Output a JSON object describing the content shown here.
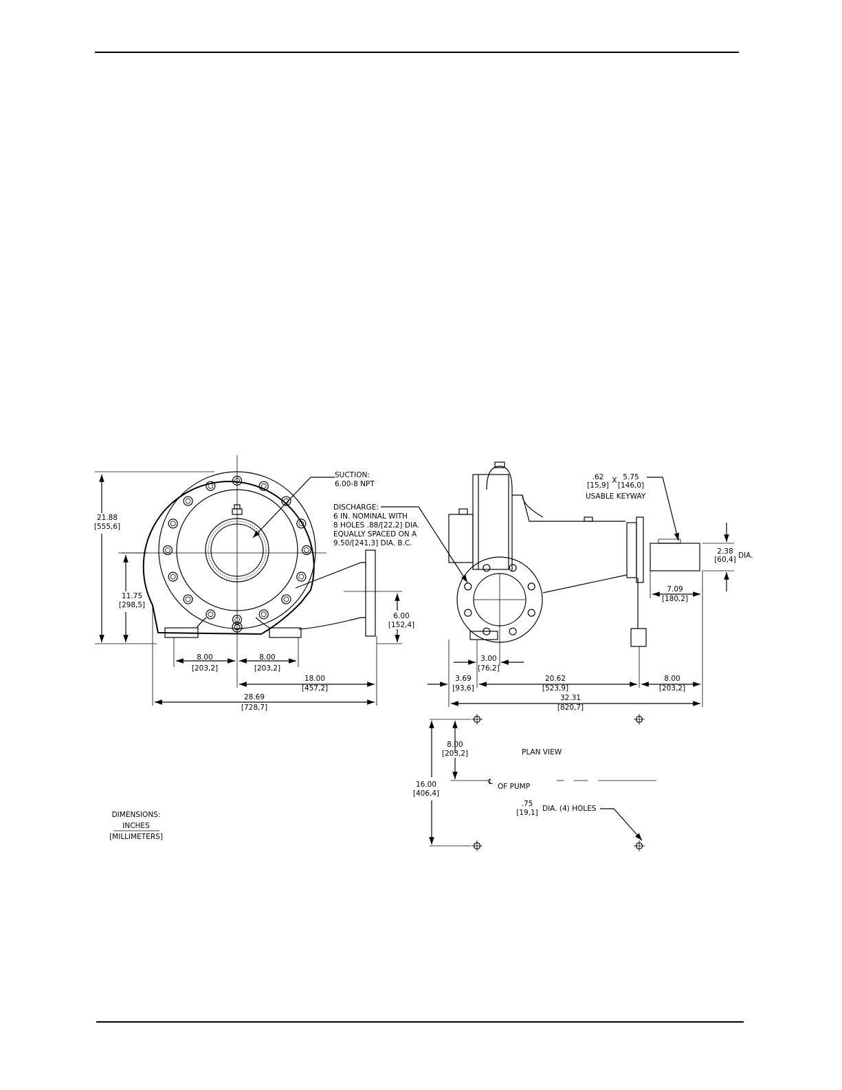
{
  "notes": {
    "suction_1": "SUCTION:",
    "suction_2": "6.00-8 NPT",
    "discharge_1": "DISCHARGE:",
    "discharge_2": "6  IN. NOMINAL WITH",
    "discharge_3": "8  HOLES  .88/[22,2] DIA.",
    "discharge_4": "EQUALLY  SPACED  ON  A",
    "discharge_5": "9.50/[241,3] DIA. B.C.",
    "keyway_1a": ".62",
    "keyway_1b": "[15,9]",
    "keyway_x": "X",
    "keyway_1c": "5.75",
    "keyway_1d": "[146,0]",
    "keyway_2": "USABLE  KEYWAY",
    "plan_view": "PLAN  VIEW",
    "centerline": "℄",
    "of_pump": "OF  PUMP",
    "holes_a": ".75",
    "holes_b": "[19,1]",
    "holes_c": "DIA. (4) HOLES",
    "legend_title": "DIMENSIONS:",
    "legend_inches": "INCHES",
    "legend_mm": "[MILLIMETERS]"
  },
  "dims": {
    "d1_in": "21.88",
    "d1_mm": "[555,6]",
    "d2_in": "11.75",
    "d2_mm": "[298,5]",
    "d3_in": "6.00",
    "d3_mm": "[152,4]",
    "d4_in": "8.00",
    "d4_mm": "[203,2]",
    "d5_in": "8.00",
    "d5_mm": "[203,2]",
    "d6_in": "18.00",
    "d6_mm": "[457,2]",
    "d7_in": "28.69",
    "d7_mm": "[728,7]",
    "d8_in": "2.38",
    "d8_mm": "[60,4]",
    "d8_suffix": "DIA.",
    "d9_in": "7.09",
    "d9_mm": "[180,2]",
    "d10_in": "3.00",
    "d10_mm": "[76,2]",
    "d11_in": "3.69",
    "d11_mm": "[93,6]",
    "d12_in": "20.62",
    "d12_mm": "[523,9]",
    "d13_in": "8.00",
    "d13_mm": "[203,2]",
    "d14_in": "32.31",
    "d14_mm": "[820,7]",
    "d15_in": "8.00",
    "d15_mm": "[203,2]",
    "d16_in": "16.00",
    "d16_mm": "[406,4]"
  }
}
